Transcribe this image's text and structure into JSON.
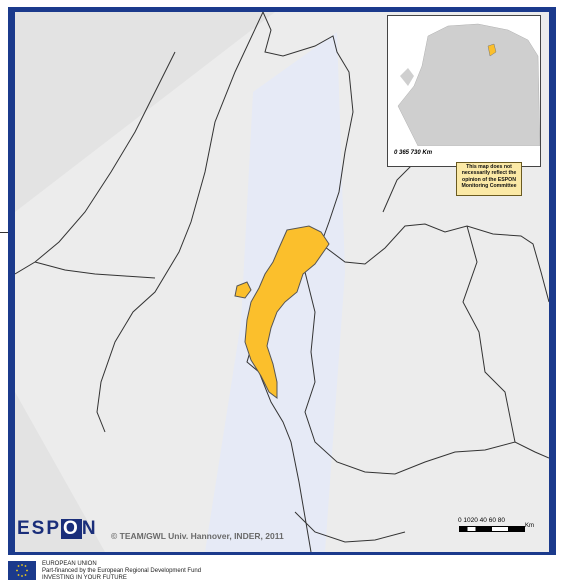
{
  "map": {
    "highlight_color": "#fbbf2c",
    "highlight_border": "#555555",
    "corridor_color": "#e6eaf6",
    "land_color": "#ececec",
    "frame_color": "#1b3a8c"
  },
  "inset": {
    "scale_label": "0   365 730  Km"
  },
  "disclaimer": {
    "text": "This map does not necessarily reflect the opinion of the ESPON Monitoring Committee"
  },
  "logo": {
    "prefix": "ESP",
    "boxed": "O",
    "suffix": "N"
  },
  "copyright": "© TEAM/GWL Univ. Hannover, INDER, 2011",
  "scalebar": {
    "labels": "0 1020   40   60   80",
    "unit": "Km"
  },
  "footer": {
    "line1": "EUROPEAN UNION",
    "line2": "Part-financed by the European Regional Development Fund",
    "line3": "INVESTING IN YOUR FUTURE"
  }
}
